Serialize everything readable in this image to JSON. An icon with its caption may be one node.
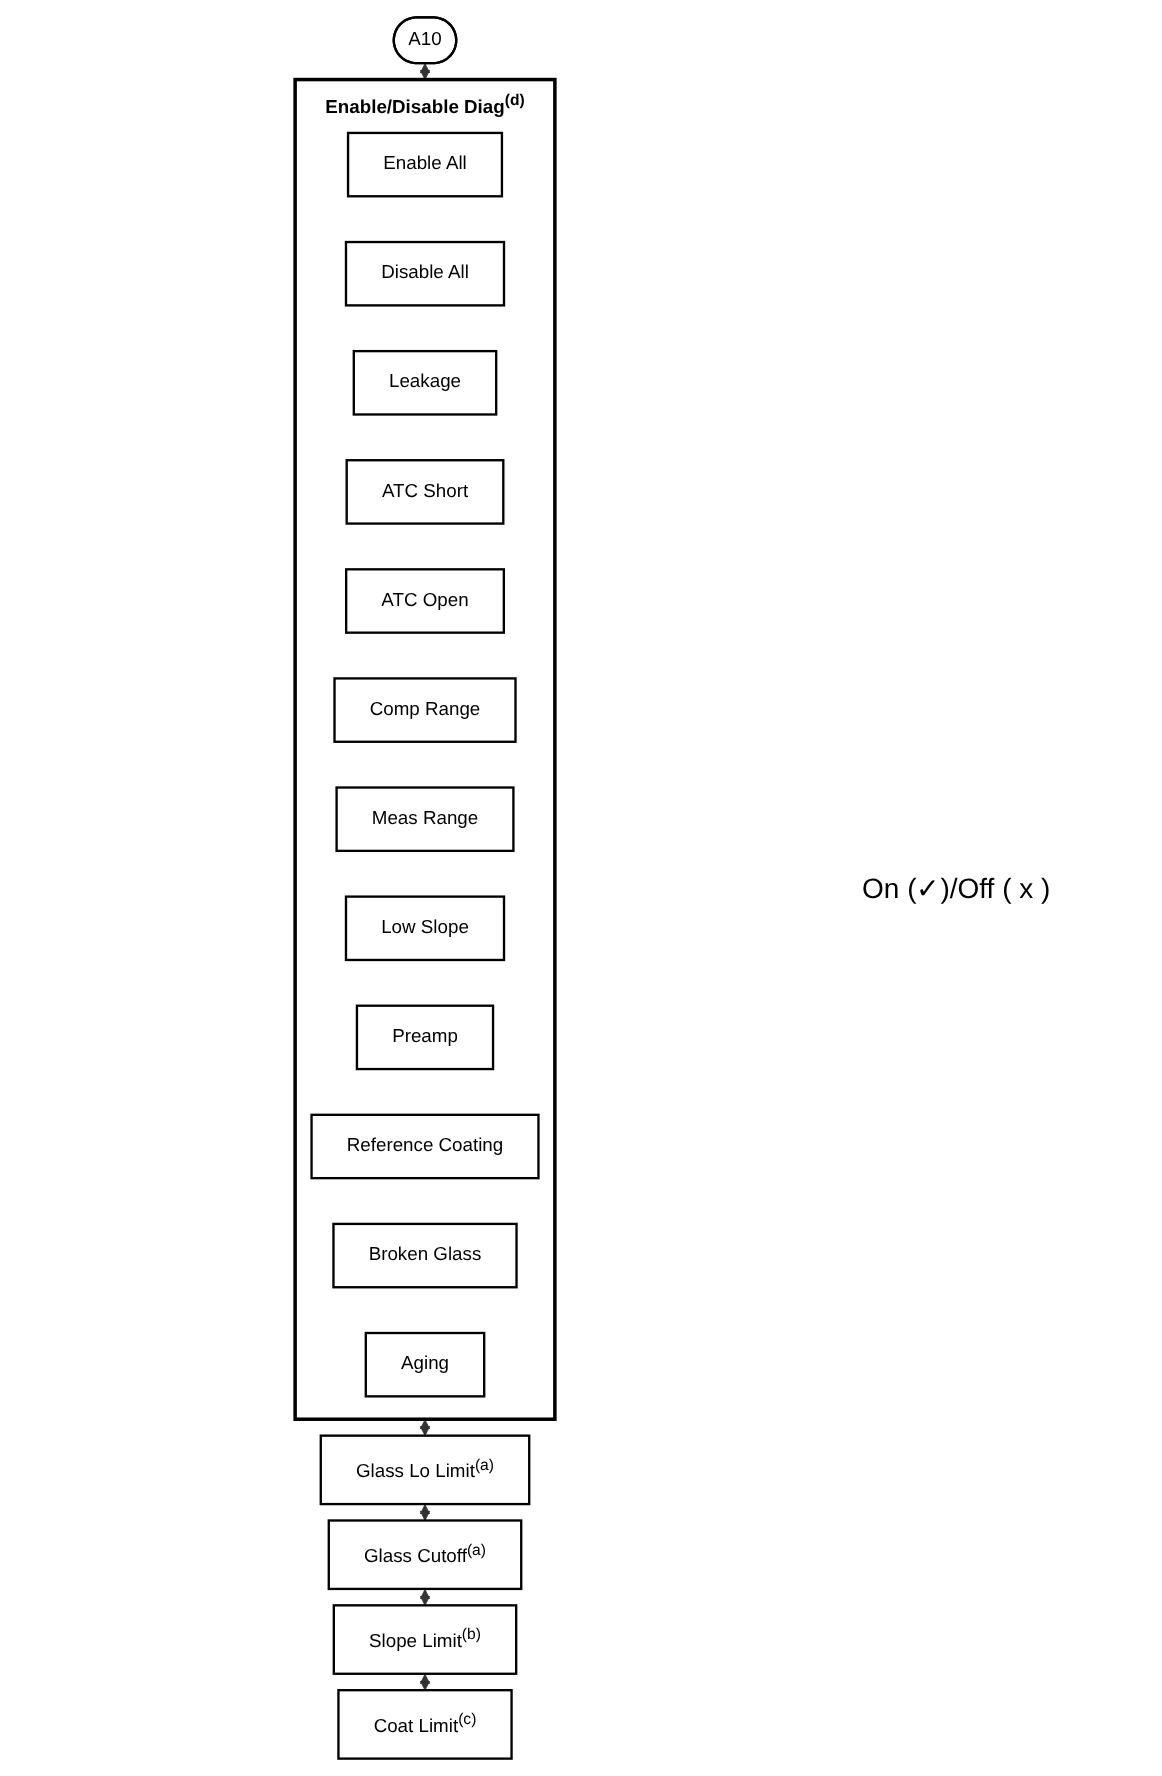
{
  "diagram": {
    "nodes": [
      {
        "text": [
          "A10"
        ]
      },
      {
        "text": [
          "Enable/Disable Diag$^{(d)}$"
        ]
      },
      {
        "text": [
          "Enable All"
        ],
        "in": 1
      },
      {
        "text": [
          "Disable All"
        ],
        "in": 1
      },
      {
        "text": [
          "Leakage"
        ],
        "in": 1
      },
      {
        "text": [
          "ATC Short"
        ],
        "in": 1
      },
      {
        "text": [
          "ATC Open"
        ],
        "in": 1
      },
      {
        "text": [
          "Comp Range"
        ],
        "in": 1
      },
      {
        "text": [
          "Meas Range"
        ],
        "in": 1
      },
      {
        "text": [
          "Low Slope"
        ],
        "in": 1
      },
      {
        "text": [
          "Preamp"
        ],
        "in": 1
      },
      {
        "text": [
          "Reference Coating"
        ],
        "in": 1
      },
      {
        "text": [
          "Broken Glass"
        ],
        "in": 1
      },
      {
        "text": [
          "Aging"
        ],
        "in": 1
      },
      {
        "text": [
          "Glass Lo Limit$^{(a)}$"
        ]
      },
      {
        "text": [
          "Glass Cutoff$^{(a)}$"
        ]
      },
      {
        "text": [
          "Slope Limit$^{(b)}$"
        ]
      },
      {
        "text": [
          "Coat Limit$^{(c)}$"
        ]
      }
    ],
    "edges": [
      {
        "from": 0,
        "to": 1,
        "arrow": "both"
      },
      {
        "from": 1,
        "to": 14,
        "arrow": "both"
      },
      {
        "from": 14,
        "to": 15,
        "arrow": "both"
      },
      {
        "from": 15,
        "to": 16,
        "arrow": "both"
      },
      {
        "from": 16,
        "to": 17,
        "arrow": "both"
      }
    ],
    "labels": [
      "On (✓)/Off ( x )"
    ]
  }
}
